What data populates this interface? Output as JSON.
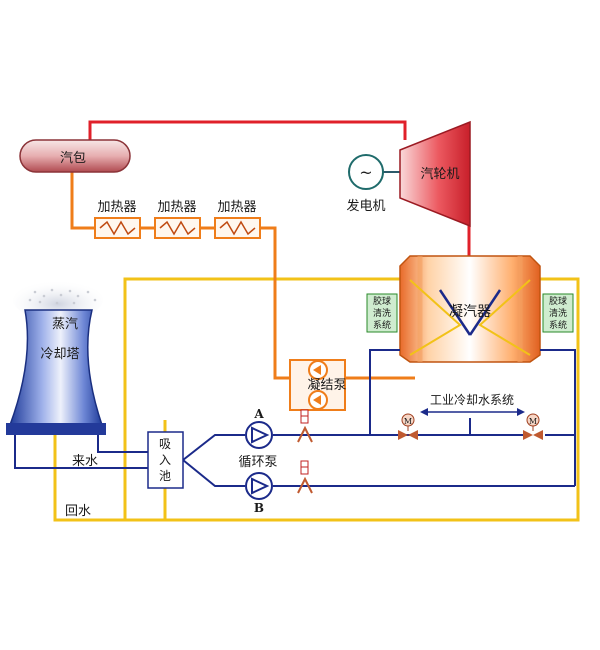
{
  "labels": {
    "drum": "汽包",
    "turbine": "汽轮机",
    "generator": "发电机",
    "generator_symbol": "~",
    "heater_1": "加热器",
    "heater_2": "加热器",
    "heater_3": "加热器",
    "condenser": "凝汽器",
    "ball_clean_left": [
      "胶球",
      "清洗",
      "系统"
    ],
    "ball_clean_right": [
      "胶球",
      "清洗",
      "系统"
    ],
    "condensate_pump": "凝结泵",
    "steam": "蒸汽",
    "cooling_tower": "冷却塔",
    "inlet_water": "来水",
    "return_water": "回水",
    "suction_pool": [
      "吸",
      "入",
      "池"
    ],
    "pump_a": "A",
    "pump_b": "B",
    "circulating_pump": "循环泵",
    "industrial_cooling": "工业冷却水系统",
    "motor_valve": "M"
  },
  "colors": {
    "steam_line": "#e0202a",
    "feed_line": "#ef7d1a",
    "cooling_loop": "#f2c218",
    "circ_water": "#1b2a8a",
    "drum_fill": "#d98a8a",
    "turbine_fill": "#e8343c",
    "tower_fill": "#4f6cc8",
    "condenser_fill": "#f08a3a",
    "side_box_fill": "#cfeccf"
  }
}
